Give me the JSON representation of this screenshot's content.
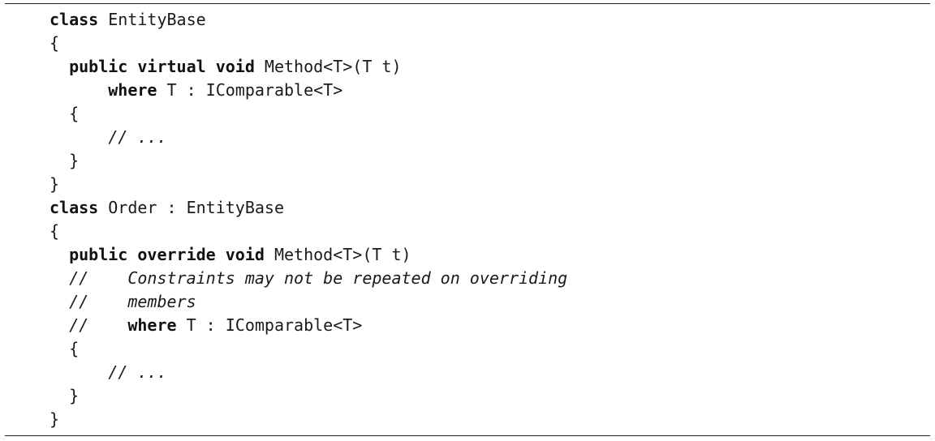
{
  "code_listing": {
    "lines": [
      {
        "indent": 0,
        "segments": [
          {
            "t": "kw",
            "s": "class"
          },
          {
            "t": "pl",
            "s": " EntityBase"
          }
        ]
      },
      {
        "indent": 0,
        "segments": [
          {
            "t": "pl",
            "s": "{"
          }
        ]
      },
      {
        "indent": 1,
        "segments": [
          {
            "t": "kw",
            "s": "public virtual void"
          },
          {
            "t": "pl",
            "s": " Method<T>(T t)"
          }
        ]
      },
      {
        "indent": 3,
        "segments": [
          {
            "t": "kw",
            "s": "where"
          },
          {
            "t": "pl",
            "s": " T : IComparable<T>"
          }
        ]
      },
      {
        "indent": 1,
        "segments": [
          {
            "t": "pl",
            "s": "{"
          }
        ]
      },
      {
        "indent": 3,
        "segments": [
          {
            "t": "cm",
            "s": "// ..."
          }
        ]
      },
      {
        "indent": 1,
        "segments": [
          {
            "t": "pl",
            "s": "}"
          }
        ]
      },
      {
        "indent": 0,
        "segments": [
          {
            "t": "pl",
            "s": "}"
          }
        ]
      },
      {
        "indent": 0,
        "segments": [
          {
            "t": "kw",
            "s": "class"
          },
          {
            "t": "pl",
            "s": " Order : EntityBase"
          }
        ]
      },
      {
        "indent": 0,
        "segments": [
          {
            "t": "pl",
            "s": "{"
          }
        ]
      },
      {
        "indent": 1,
        "segments": [
          {
            "t": "kw",
            "s": "public override void"
          },
          {
            "t": "pl",
            "s": " Method<T>(T t)"
          }
        ]
      },
      {
        "indent": 1,
        "segments": [
          {
            "t": "cm",
            "s": "//    Constraints may not be repeated on overriding"
          }
        ]
      },
      {
        "indent": 1,
        "segments": [
          {
            "t": "cm",
            "s": "//    members"
          }
        ]
      },
      {
        "indent": 1,
        "segments": [
          {
            "t": "cm",
            "s": "//    "
          },
          {
            "t": "kw",
            "s": "where"
          },
          {
            "t": "pl",
            "s": " T : IComparable<T>"
          }
        ]
      },
      {
        "indent": 1,
        "segments": [
          {
            "t": "pl",
            "s": "{"
          }
        ]
      },
      {
        "indent": 3,
        "segments": [
          {
            "t": "cm",
            "s": "// ..."
          }
        ]
      },
      {
        "indent": 1,
        "segments": [
          {
            "t": "pl",
            "s": "}"
          }
        ]
      },
      {
        "indent": 0,
        "segments": [
          {
            "t": "pl",
            "s": "}"
          }
        ]
      }
    ]
  }
}
